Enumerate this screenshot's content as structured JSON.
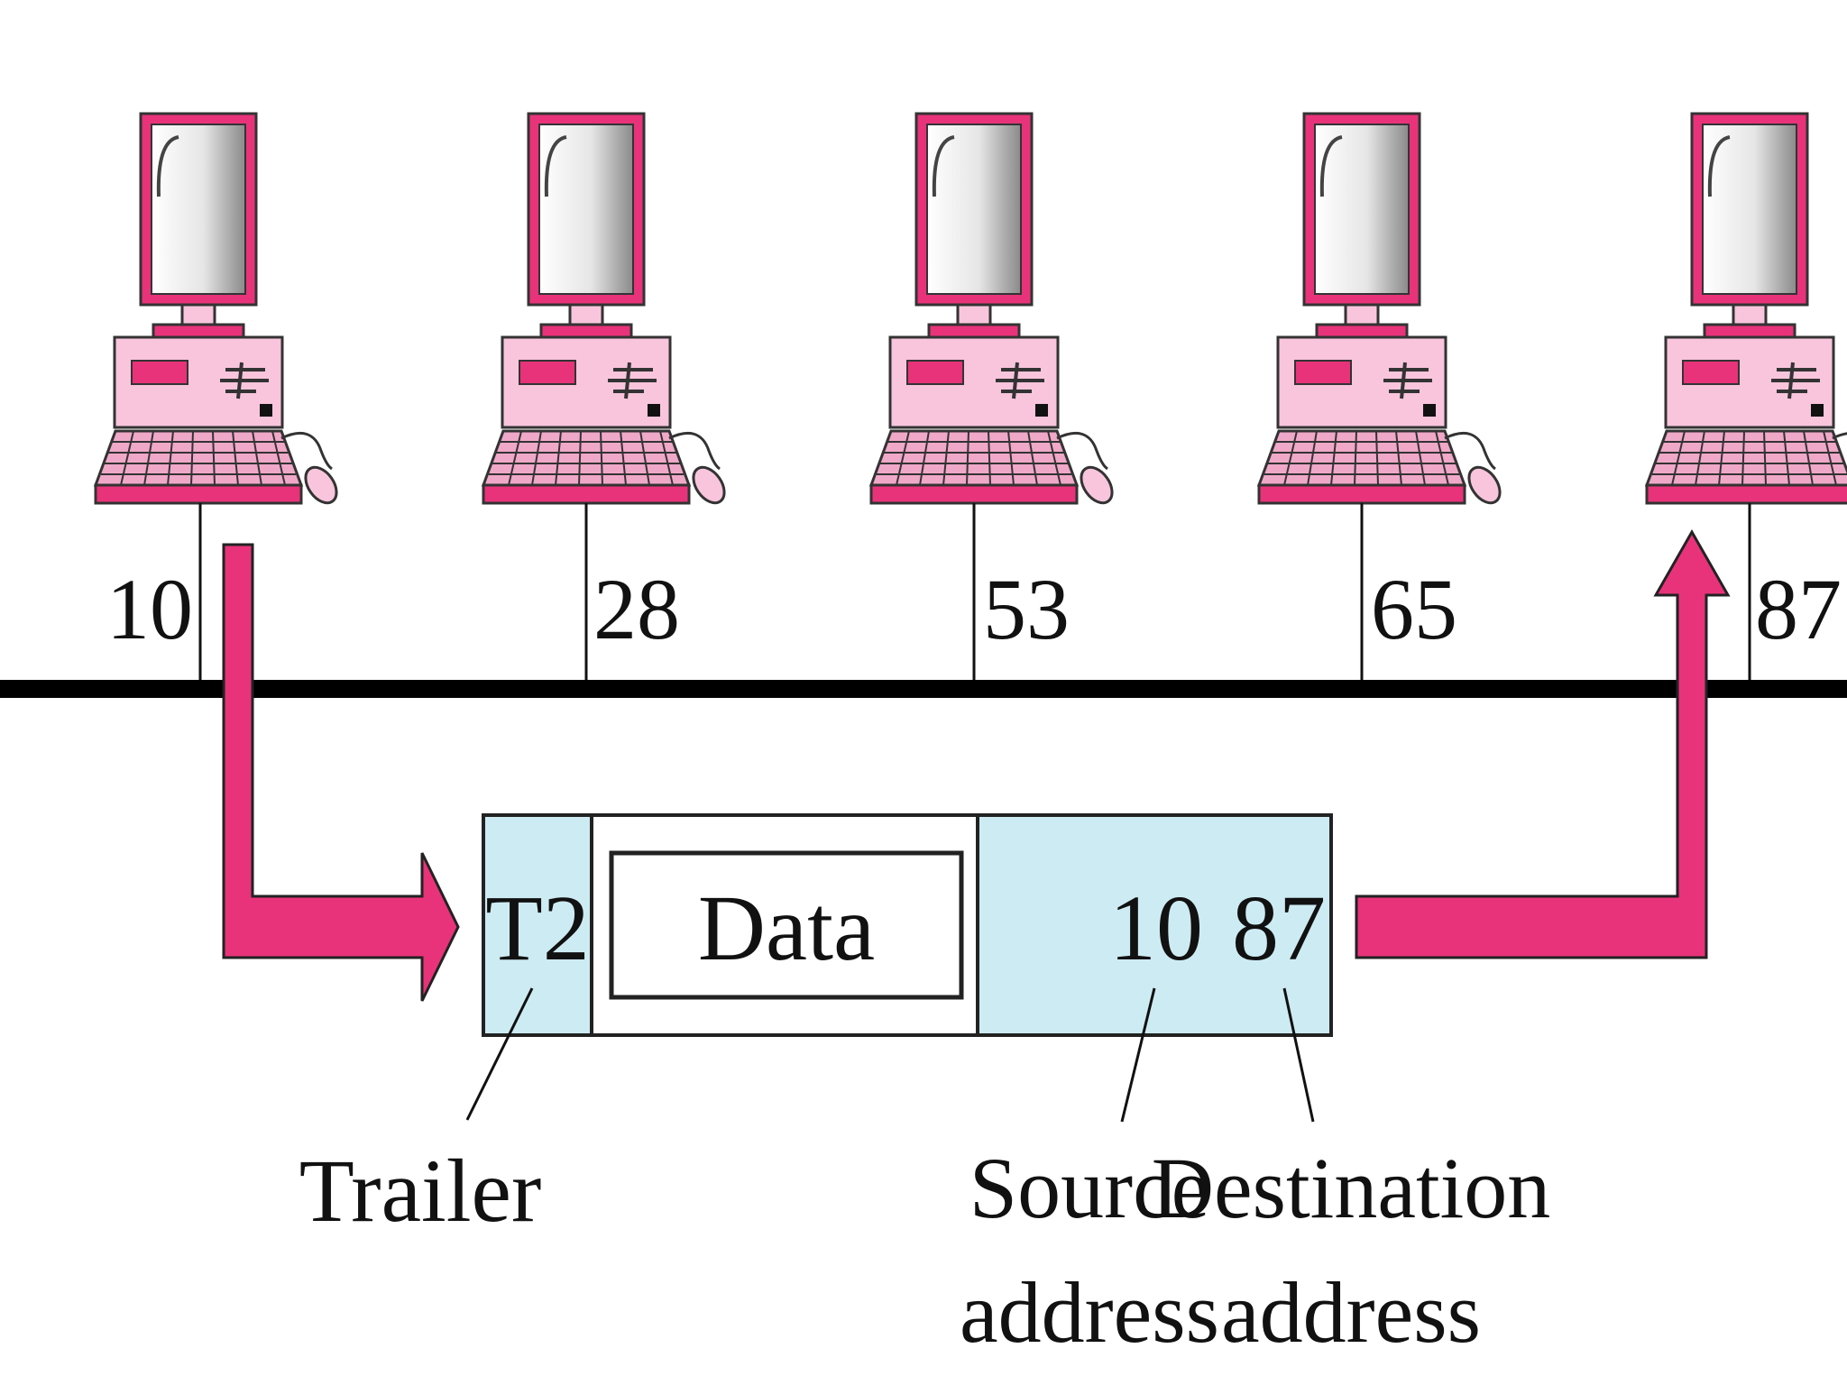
{
  "stations": [
    {
      "address": "10"
    },
    {
      "address": "28"
    },
    {
      "address": "53"
    },
    {
      "address": "65"
    },
    {
      "address": "87"
    }
  ],
  "frame": {
    "trailer": "T2",
    "data": "Data",
    "source": "10",
    "destination": "87"
  },
  "captions": {
    "trailer": "Trailer",
    "source_line1": "Source",
    "source_line2": "address",
    "dest_line1": "Destination",
    "dest_line2": "address"
  },
  "colors": {
    "accent": "#e8337a",
    "computer_fill": "#f9c5dc",
    "header_fill": "#cdebf2",
    "bus": "#000000"
  }
}
